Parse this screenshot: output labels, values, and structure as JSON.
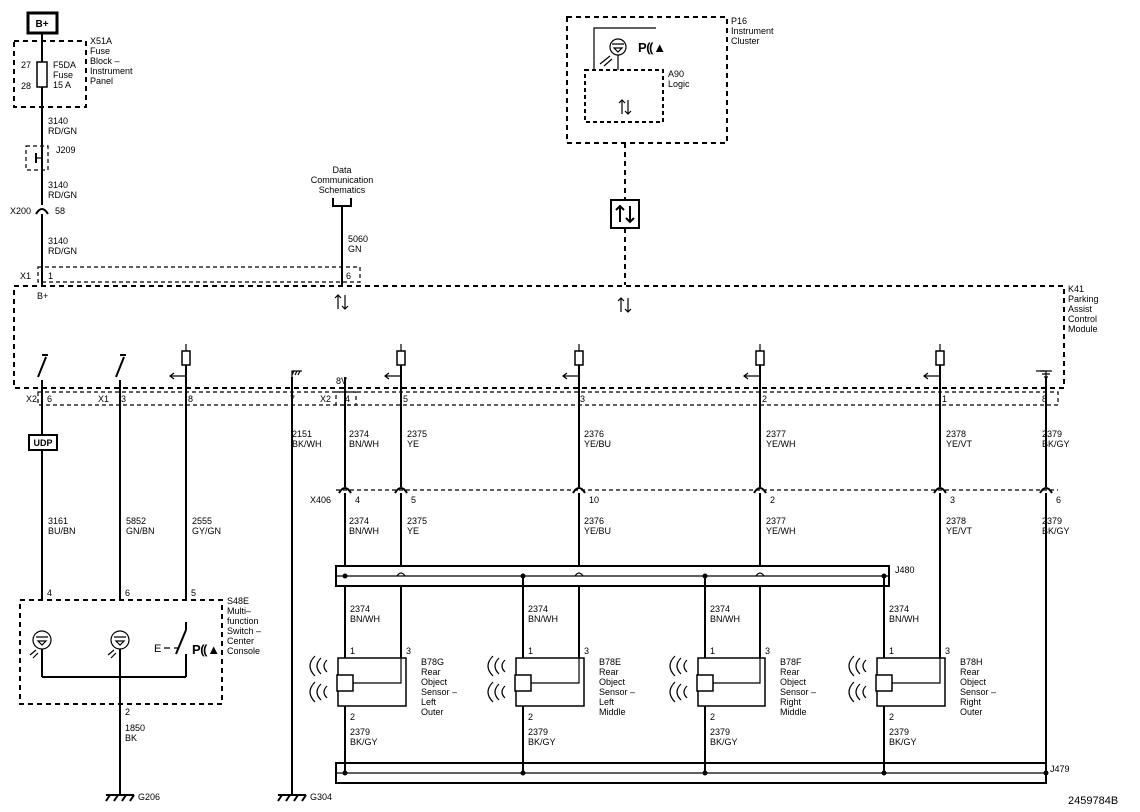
{
  "power": {
    "label": "B+",
    "pin_label": "B+"
  },
  "fuse_block": {
    "ref": "X51A",
    "name": [
      "Fuse",
      "Block –",
      "Instrument",
      "Panel"
    ],
    "pin_in": "27",
    "pin_out": "28",
    "fuse": [
      "F5DA",
      "Fuse",
      "15 A"
    ]
  },
  "splice_j209": "J209",
  "connector_x200": {
    "ref": "X200",
    "pin": "58"
  },
  "feed_wire": {
    "circuit": "3140",
    "color": "RD/GN"
  },
  "cluster": {
    "ref": "P16",
    "name": [
      "Instrument",
      "Cluster"
    ],
    "logic_ref": "A90",
    "logic_name": "Logic"
  },
  "data_comm": {
    "label": [
      "Data",
      "Communication",
      "Schematics"
    ],
    "circuit": "5060",
    "color": "GN"
  },
  "module": {
    "ref": "K41",
    "name": [
      "Parking",
      "Assist",
      "Control",
      "Module"
    ]
  },
  "x1_top": {
    "ref": "X1",
    "pins": [
      "1",
      "6"
    ]
  },
  "x2": {
    "ref": "X2"
  },
  "x1_mid": {
    "ref": "X1"
  },
  "voltage_8v": "8V",
  "module_pins": [
    {
      "conn": "X2",
      "pin": "6"
    },
    {
      "conn": "X1",
      "pin": "3"
    },
    {
      "conn": "",
      "pin": "8"
    },
    {
      "conn": "",
      "pin": "7"
    },
    {
      "conn": "X2",
      "pin": "4"
    },
    {
      "conn": "",
      "pin": "5"
    },
    {
      "conn": "",
      "pin": "3"
    },
    {
      "conn": "",
      "pin": "2"
    },
    {
      "conn": "",
      "pin": "1"
    },
    {
      "conn": "",
      "pin": "8"
    }
  ],
  "module_wires": [
    {
      "circuit": "2151",
      "color": "BK/WH"
    },
    {
      "circuit": "2374",
      "color": "BN/WH"
    },
    {
      "circuit": "2375",
      "color": "YE"
    },
    {
      "circuit": "2376",
      "color": "YE/BU"
    },
    {
      "circuit": "2377",
      "color": "YE/WH"
    },
    {
      "circuit": "2378",
      "color": "YE/VT"
    },
    {
      "circuit": "2379",
      "color": "BK/GY"
    }
  ],
  "udp": "UDP",
  "switch_wires": [
    {
      "circuit": "3161",
      "color": "BU/BN"
    },
    {
      "circuit": "5852",
      "color": "GN/BN"
    },
    {
      "circuit": "2555",
      "color": "GY/GN"
    }
  ],
  "x406": {
    "ref": "X406",
    "pins": [
      "4",
      "5",
      "10",
      "2",
      "3",
      "6"
    ]
  },
  "lower_wires": [
    {
      "circuit": "2374",
      "color": "BN/WH"
    },
    {
      "circuit": "2375",
      "color": "YE"
    },
    {
      "circuit": "2376",
      "color": "YE/BU"
    },
    {
      "circuit": "2377",
      "color": "YE/WH"
    },
    {
      "circuit": "2378",
      "color": "YE/VT"
    },
    {
      "circuit": "2379",
      "color": "BK/GY"
    }
  ],
  "splice_j480": "J480",
  "splice_j479": "J479",
  "switch": {
    "ref": "S48E",
    "name": [
      "Multi–",
      "function",
      "Switch –",
      "Center",
      "Console"
    ],
    "pins": [
      "4",
      "6",
      "5"
    ],
    "gnd_pin": "2",
    "e_label": "E"
  },
  "switch_ground": {
    "circuit": "1850",
    "color": "BK",
    "ground": "G206"
  },
  "ground_g304": "G304",
  "sensor_feed": {
    "circuit": "2374",
    "color": "BN/WH"
  },
  "sensor_gnd": {
    "circuit": "2379",
    "color": "BK/GY"
  },
  "sensors": [
    {
      "ref": "B78G",
      "name": [
        "Rear",
        "Object",
        "Sensor –",
        "Left",
        "Outer"
      ],
      "pins": [
        "1",
        "3",
        "2"
      ]
    },
    {
      "ref": "B78E",
      "name": [
        "Rear",
        "Object",
        "Sensor –",
        "Left",
        "Middle"
      ],
      "pins": [
        "1",
        "3",
        "2"
      ]
    },
    {
      "ref": "B78F",
      "name": [
        "Rear",
        "Object",
        "Sensor –",
        "Right",
        "Middle"
      ],
      "pins": [
        "1",
        "3",
        "2"
      ]
    },
    {
      "ref": "B78H",
      "name": [
        "Rear",
        "Object",
        "Sensor –",
        "Right",
        "Outer"
      ],
      "pins": [
        "1",
        "3",
        "2"
      ]
    }
  ],
  "figure_id": "2459784B"
}
